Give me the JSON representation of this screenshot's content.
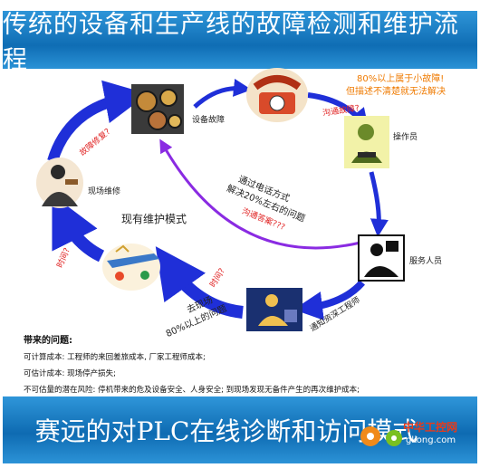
{
  "header": {
    "title": "传统的设备和生产线的故障检测和维护流程"
  },
  "nodes": {
    "equipment_failure": "设备故障",
    "operator": "操作员",
    "service_staff": "服务人员",
    "onsite_repair": "现场维修"
  },
  "arrow_labels": {
    "communicate_fault": "沟通故障?",
    "notify_engineer": "通知资深工程师",
    "go_onsite_line1": "去现场",
    "go_onsite_line2": "80%以上的问题",
    "time": "时间?",
    "fault_fixed": "故障修复?",
    "communicate_answer": "沟通答案???",
    "phone_line1": "通过电话方式",
    "phone_line2": "解决20%左右的问题",
    "current_mode": "现有维护模式"
  },
  "note": {
    "line1": "80%以上属于小故障!",
    "line2": "但描述不清楚就无法解决"
  },
  "problems": {
    "title": "带来的问题:",
    "items": [
      "可计算成本: 工程师的来回差旅成本, 厂家工程师成本;",
      "可估计成本: 现场停产损失;",
      "不可估量的潜在风险: 停机带来的危及设备安全、人身安全; 到现场发现无备件产生的再次维护成本;"
    ]
  },
  "footer": {
    "title": "赛远的对PLC在线诊断和访问模式"
  },
  "watermark": {
    "brand": "中华工控网",
    "url": "gkong.com"
  },
  "colors": {
    "banner": "#1478c0",
    "arrow": "#1f2fd8",
    "curve": "#8a2be2",
    "accent_red": "#e02020"
  }
}
